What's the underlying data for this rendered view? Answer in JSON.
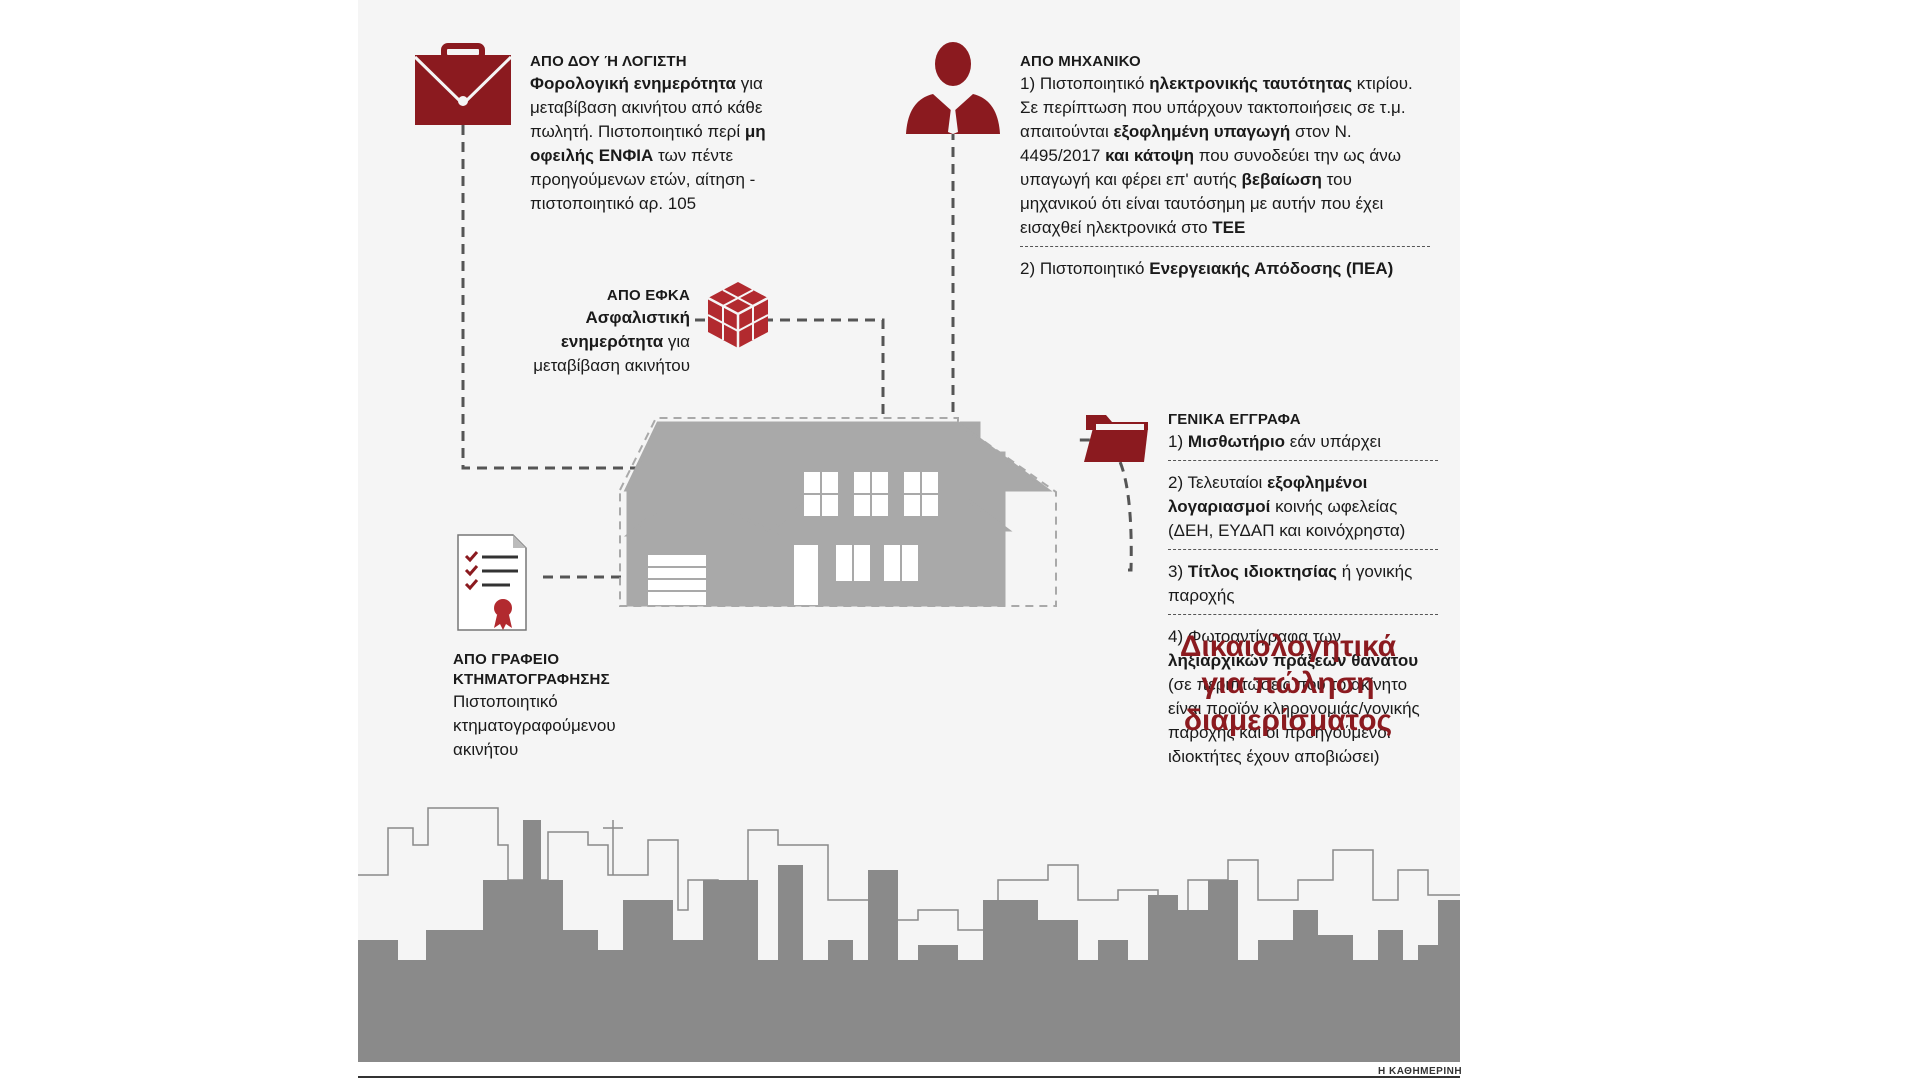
{
  "colors": {
    "accent": "#8b1a1f",
    "house": "#a9a9a9",
    "skyline": "#8a8a8a",
    "dash": "#555555"
  },
  "title": "Δικαιολογητικά για πώληση διαμερίσματος",
  "title_lines": [
    "Δικαιολογητικά",
    "για πώληση",
    "διαμερίσματος"
  ],
  "credit": "Η ΚΑΘΗΜΕΡΙΝΗ",
  "sources": {
    "doy": {
      "icon": "briefcase-icon",
      "heading": "ΑΠΟ ΔΟΥ Ή ΛΟΓΙΣΤΗ",
      "t1": "Φορολογική ενημερότητα",
      "t2": "για μεταβίβαση ακινήτου από κάθε πωλητή. Πιστοποιητικό περί",
      "t3": "μη οφειλής ΕΝΦΙΑ",
      "t4": "των πέντε προηγούμενων ετών, αίτηση - πιστοποιητικό αρ. 105"
    },
    "mechanic": {
      "icon": "engineer-person-icon",
      "heading": "ΑΠΟ ΜΗΧΑΝΙΚΟ",
      "i1a": "1) Πιστοποιητικό",
      "i1b": "ηλεκτρονικής ταυτότητας",
      "i1c": "κτιρίου. Σε περίπτωση που υπάρχουν τακτοποιήσεις σε τ.μ. απαιτούνται",
      "i1d": "εξοφλημένη υπαγωγή",
      "i1e": "στον Ν. 4495/2017",
      "i1f": "και κάτοψη",
      "i1g": "που συνοδεύει την ως άνω υπαγωγή και φέρει επ' αυτής",
      "i1h": "βεβαίωση",
      "i1i": "του μηχανικού ότι είναι ταυτόσημη με αυτήν που έχει εισαχθεί ηλεκτρονικά στο",
      "i1j": "ΤΕΕ",
      "i2a": "2) Πιστοποιητικό",
      "i2b": "Ενεργειακής Απόδοσης (ΠΕΑ)"
    },
    "efka": {
      "icon": "efka-logo-icon",
      "heading": "ΑΠΟ ΕΦΚΑ",
      "t1": "Ασφαλιστική ενημερότητα",
      "t2": "για μεταβίβαση ακινήτου"
    },
    "general": {
      "icon": "folder-icon",
      "heading": "ΓΕΝΙΚΑ ΕΓΓΡΑΦΑ",
      "g1a": "1)",
      "g1b": "Μισθωτήριο",
      "g1c": "εάν υπάρχει",
      "g2a": "2) Τελευταίοι",
      "g2b": "εξοφλημένοι λογαριασμοί",
      "g2c": "κοινής ωφελείας (ΔΕΗ, ΕΥΔΑΠ και κοινόχρηστα)",
      "g3a": "3)",
      "g3b": "Τίτλος ιδιοκτησίας",
      "g3c": "ή γονικής παροχής",
      "g4a": "4) Φωτοαντίγραφα των",
      "g4b": "ληξιαρχικών πράξεων θανάτου",
      "g4c": "(σε περιπτώσεις που το ακίνητο είναι προϊόν κληρονομιάς/γονικής παροχής και οι προηγούμενοι ιδιοκτήτες έχουν αποβιώσει)"
    },
    "cadastre": {
      "icon": "certificate-document-icon",
      "heading1": "ΑΠΟ ΓΡΑΦΕΙΟ",
      "heading2": "ΚΤΗΜΑΤΟΓΡΑΦΗΣΗΣ",
      "t1": "Πιστοποιητικό κτηματογραφούμενου ακινήτου"
    }
  }
}
